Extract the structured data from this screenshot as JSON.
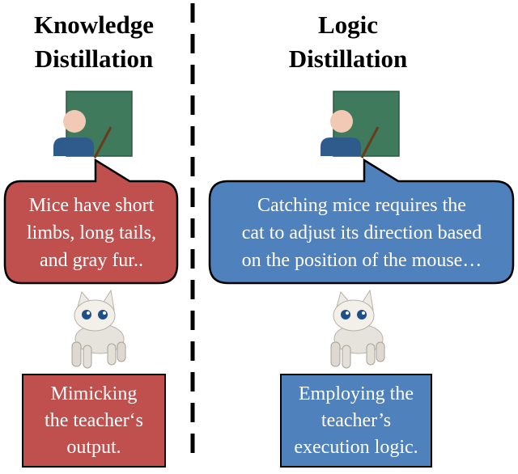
{
  "left": {
    "heading_line1": "Knowledge",
    "heading_line2": "Distillation",
    "bubble_lines": [
      "Mice have short",
      "limbs, long tails,",
      "and gray fur.."
    ],
    "box_lines": [
      "Mimicking",
      "the teacher‘s",
      "output."
    ],
    "color": "#c0504d"
  },
  "right": {
    "heading_line1": "Logic",
    "heading_line2": "Distillation",
    "bubble_lines": [
      "Catching mice requires the",
      "cat to adjust its direction based",
      "on the position of the mouse…"
    ],
    "box_lines": [
      "Employing the",
      "teacher’s",
      "execution logic."
    ],
    "color": "#4f81bd"
  },
  "icons": [
    "teacher-icon",
    "robot-cat-icon"
  ],
  "colors": {
    "board": "#3f7a5c",
    "skin": "#f2c9b4",
    "body": "#2e5a8c",
    "pointer": "#6b3a1a"
  }
}
